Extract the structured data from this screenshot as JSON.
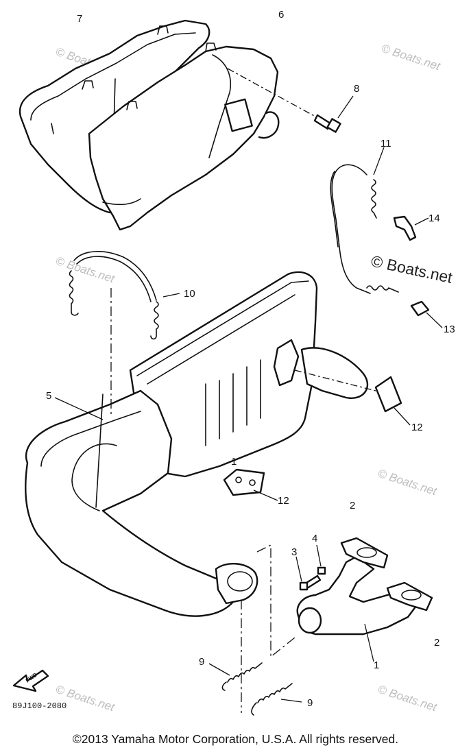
{
  "diagram": {
    "callouts": {
      "p1a": "1",
      "p1b": "1",
      "p2a": "2",
      "p2b": "2",
      "p3": "3",
      "p4": "4",
      "p5": "5",
      "p6": "6",
      "p7": "7",
      "p8": "8",
      "p9a": "9",
      "p9b": "9",
      "p10": "10",
      "p11": "11",
      "p12a": "12",
      "p12b": "12",
      "p13": "13",
      "p14": "14"
    },
    "fwd_label": "FWD",
    "drawing_code": "89J100-2080",
    "watermark": "© Boats.net",
    "watermark_faint": "© Boats.net"
  },
  "footer": {
    "copyright": "©2013 Yamaha Motor Corporation, U.S.A. All rights reserved."
  }
}
